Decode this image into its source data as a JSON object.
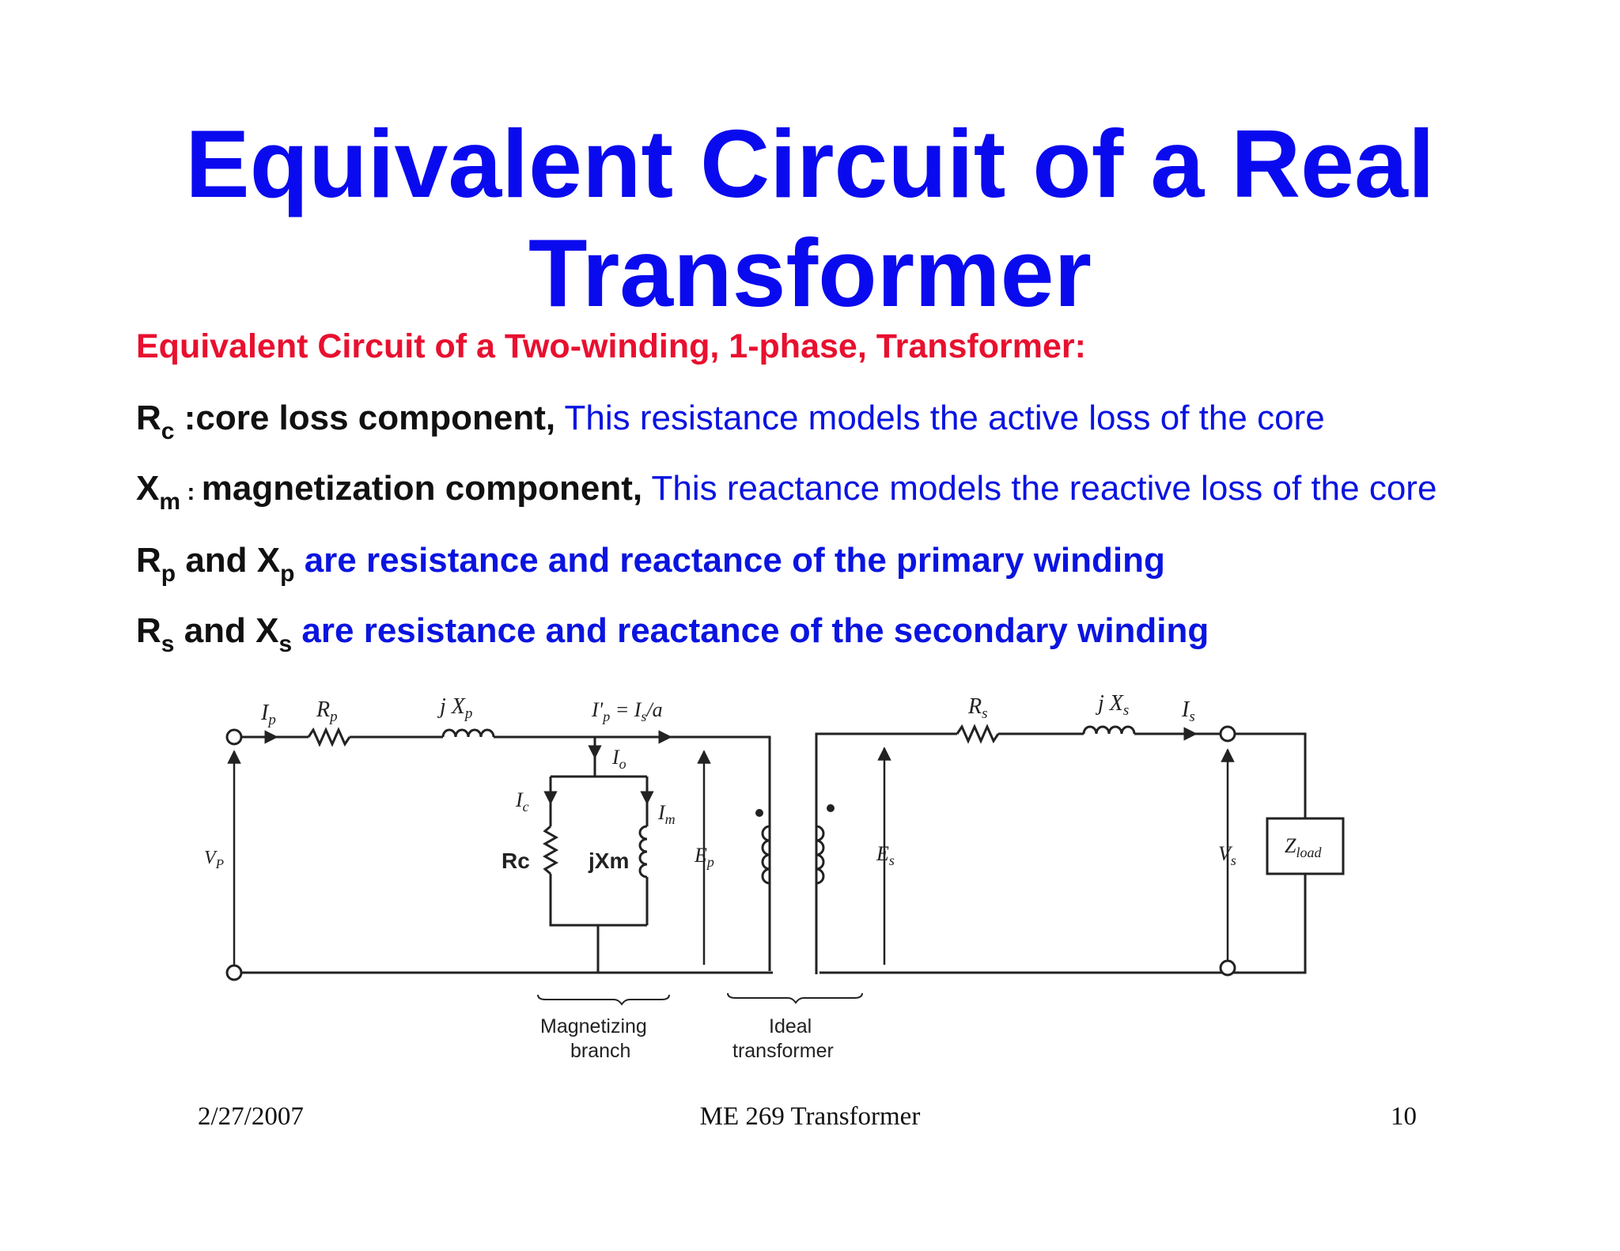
{
  "slide": {
    "title_line1": "Equivalent Circuit of a Real",
    "title_line2": "Transformer",
    "subtitle": "Equivalent Circuit of a Two-winding, 1-phase, Transformer:",
    "colors": {
      "title": "#0a0aef",
      "subtitle": "#e8102f",
      "definition_blue": "#0a14e0"
    }
  },
  "definitions": {
    "rc": {
      "symbol": "R",
      "sub": "c",
      "sep": " :",
      "term": "core loss component,",
      "desc": " This resistance models the active loss of the  core"
    },
    "xm": {
      "symbol": "X",
      "sub": "m",
      "sep": " : ",
      "term": "magnetization component,",
      "desc": " This reactance models the reactive loss of the core"
    },
    "rpxp": {
      "r": "R",
      "r_sub": "p",
      "and": " and ",
      "x": "X",
      "x_sub": "p",
      "desc": " are resistance and reactance of the primary winding"
    },
    "rsxs": {
      "r": "R",
      "r_sub": "s",
      "and": " and ",
      "x": "X",
      "x_sub": "s",
      "desc": " are resistance and reactance of the secondary winding"
    }
  },
  "circuit": {
    "ip": "I",
    "ip_sub": "p",
    "rp": "R",
    "rp_sub": "p",
    "jxp": "j X",
    "jxp_sub": "p",
    "ip_prime": "I'",
    "ip_prime_sub": "p",
    "ip_prime_rhs": " = I",
    "ip_prime_rhs_sub": "s",
    "ip_prime_tail": "/a",
    "io": "I",
    "io_sub": "o",
    "ic": "I",
    "ic_sub": "c",
    "im": "I",
    "im_sub": "m",
    "rc": "Rc",
    "jxm": "jXm",
    "ep": "E",
    "ep_sub": "p",
    "es": "E",
    "es_sub": "s",
    "vp": "V",
    "vp_sub": "P",
    "rs": "R",
    "rs_sub": "s",
    "jxs": "j X",
    "jxs_sub": "s",
    "is": "I",
    "is_sub": "s",
    "vs": "V",
    "vs_sub": "s",
    "zload": "Z",
    "zload_sub": "load",
    "magnetizing_line1": "Magnetizing",
    "magnetizing_line2": "branch",
    "ideal_line1": "Ideal",
    "ideal_line2": "transformer"
  },
  "footer": {
    "date": "2/27/2007",
    "course": "ME 269  Transformer",
    "page": "10"
  }
}
